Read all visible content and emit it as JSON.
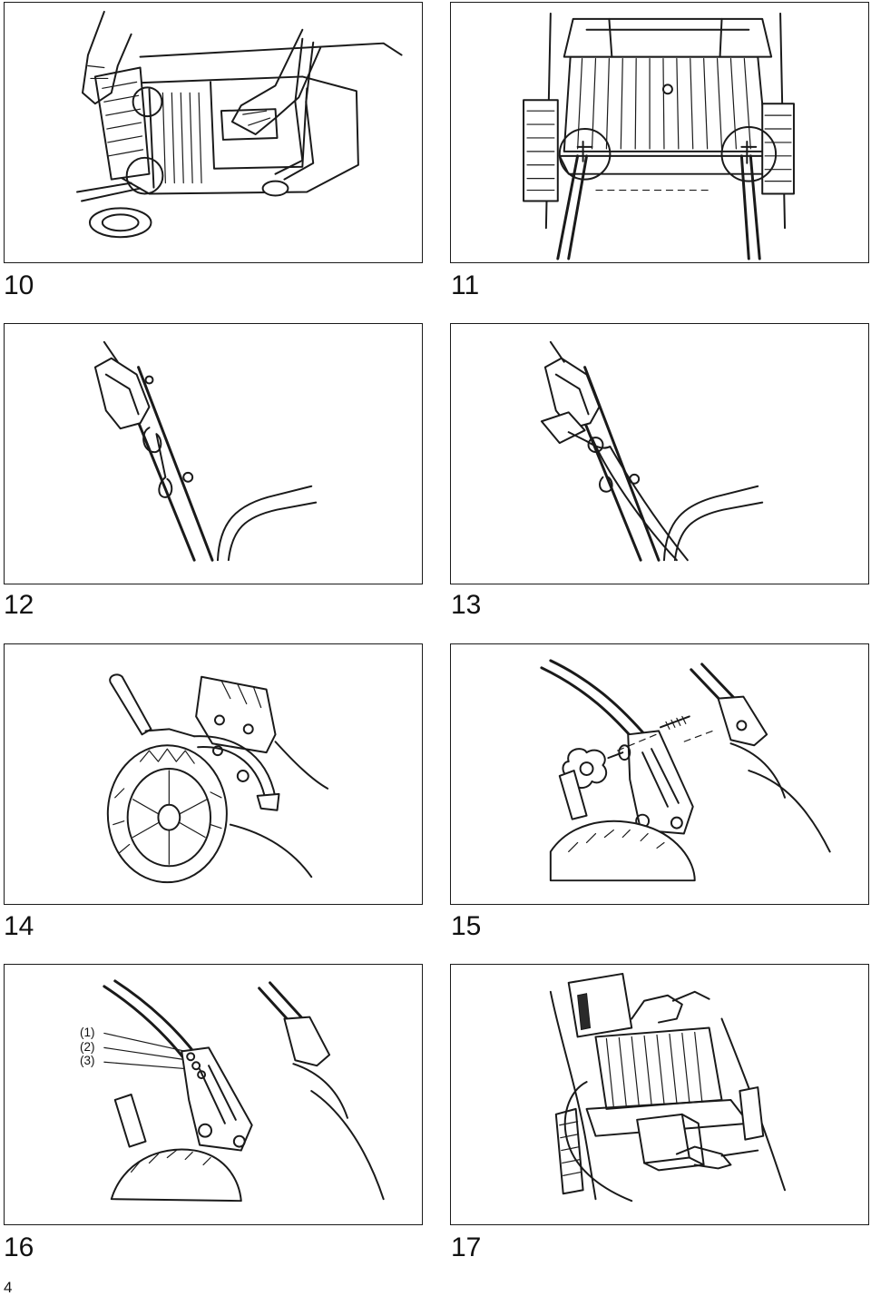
{
  "page": {
    "page_number": "4"
  },
  "figures": [
    {
      "number": "10",
      "illustration": "grass-catcher-installation-icon"
    },
    {
      "number": "11",
      "illustration": "catcher-hooks-on-rear-axle-icon"
    },
    {
      "number": "12",
      "illustration": "handle-cable-clip-icon"
    },
    {
      "number": "13",
      "illustration": "handle-cable-routing-icon"
    },
    {
      "number": "14",
      "illustration": "height-adjust-lever-icon"
    },
    {
      "number": "15",
      "illustration": "handle-bracket-bolt-knob-icon"
    },
    {
      "number": "16",
      "illustration": "handle-height-positions-icon",
      "callouts": [
        "(1)",
        "(2)",
        "(3)"
      ]
    },
    {
      "number": "17",
      "illustration": "grass-catcher-removal-icon"
    }
  ]
}
